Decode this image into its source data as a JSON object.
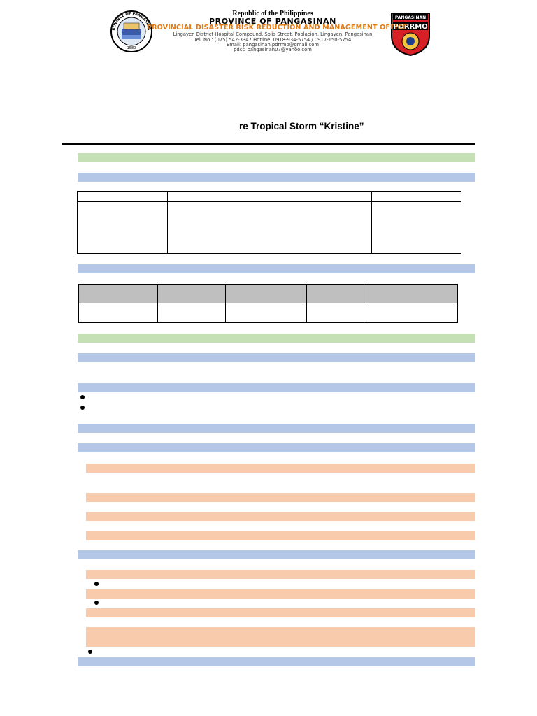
{
  "header": {
    "republic": "Republic of the Philippines",
    "province": "PROVINCE OF PANGASINAN",
    "office": "PROVINCIAL DISASTER RISK REDUCTION AND MANAGEMENT OFFICE",
    "address": "Lingayen District Hospital Compound, Solis Street, Poblacion, Lingayen, Pangasinan",
    "contact": "Tel. No.: (075) 542-3347 Hotline: 0918-934-5754 / 0917-150-5754",
    "email1": "Email: pangasinan.pdrrmo@gmail.com",
    "email2": "pdcc_pangasinan07@yahoo.com",
    "seal_left_text": "PROVINCE OF PANGASINAN",
    "seal_left_year": "1580",
    "seal_right_top": "PANGASINAN",
    "seal_right_main": "PDRRMO"
  },
  "document": {
    "title": "re Tropical Storm “Kristine”"
  },
  "colors": {
    "green_band": "#c5e0b4",
    "blue_band": "#b4c7e7",
    "peach_band": "#f8cbad",
    "table_header": "#bfbfbf",
    "office_orange": "#e07b14"
  }
}
